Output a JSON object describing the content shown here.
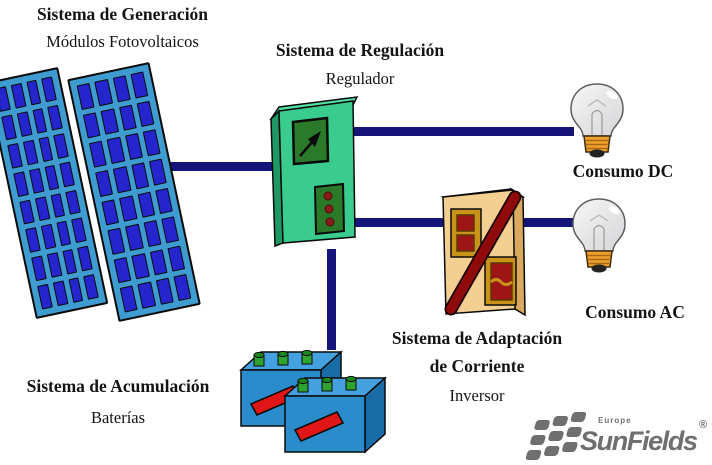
{
  "blocks": {
    "generation": {
      "title": "Sistema de Generación",
      "subtitle": "Módulos Fotovoltaicos"
    },
    "regulation": {
      "title": "Sistema de Regulación",
      "subtitle": "Regulador"
    },
    "accumulation": {
      "title": "Sistema de Acumulación",
      "subtitle": "Baterías"
    },
    "adaptation": {
      "title_line1": "Sistema de Adaptación",
      "title_line2": "de Corriente",
      "subtitle": "Inversor"
    },
    "consumption_dc": {
      "label": "Consumo DC"
    },
    "consumption_ac": {
      "label": "Consumo AC"
    }
  },
  "logo": {
    "region": "Europe",
    "brand": "SunFields",
    "registered_mark": "®"
  },
  "colors": {
    "wire": "#14147A",
    "pv_frame": "#3E9CD0",
    "pv_cell": "#2525CE",
    "regulator_body": "#3ACB8E",
    "regulator_panel": "#2A7A2A",
    "inverter_body": "#F4CF92",
    "inverter_stripe": "#8F0A0A",
    "inverter_panel_gold": "#C8921B",
    "battery_body": "#2B8CCB",
    "battery_terminal": "#2FA32F",
    "battery_label": "#E01515",
    "bulb_base": "#EFA030",
    "logo_gray": "#6F6F6F",
    "text": "#141414"
  }
}
